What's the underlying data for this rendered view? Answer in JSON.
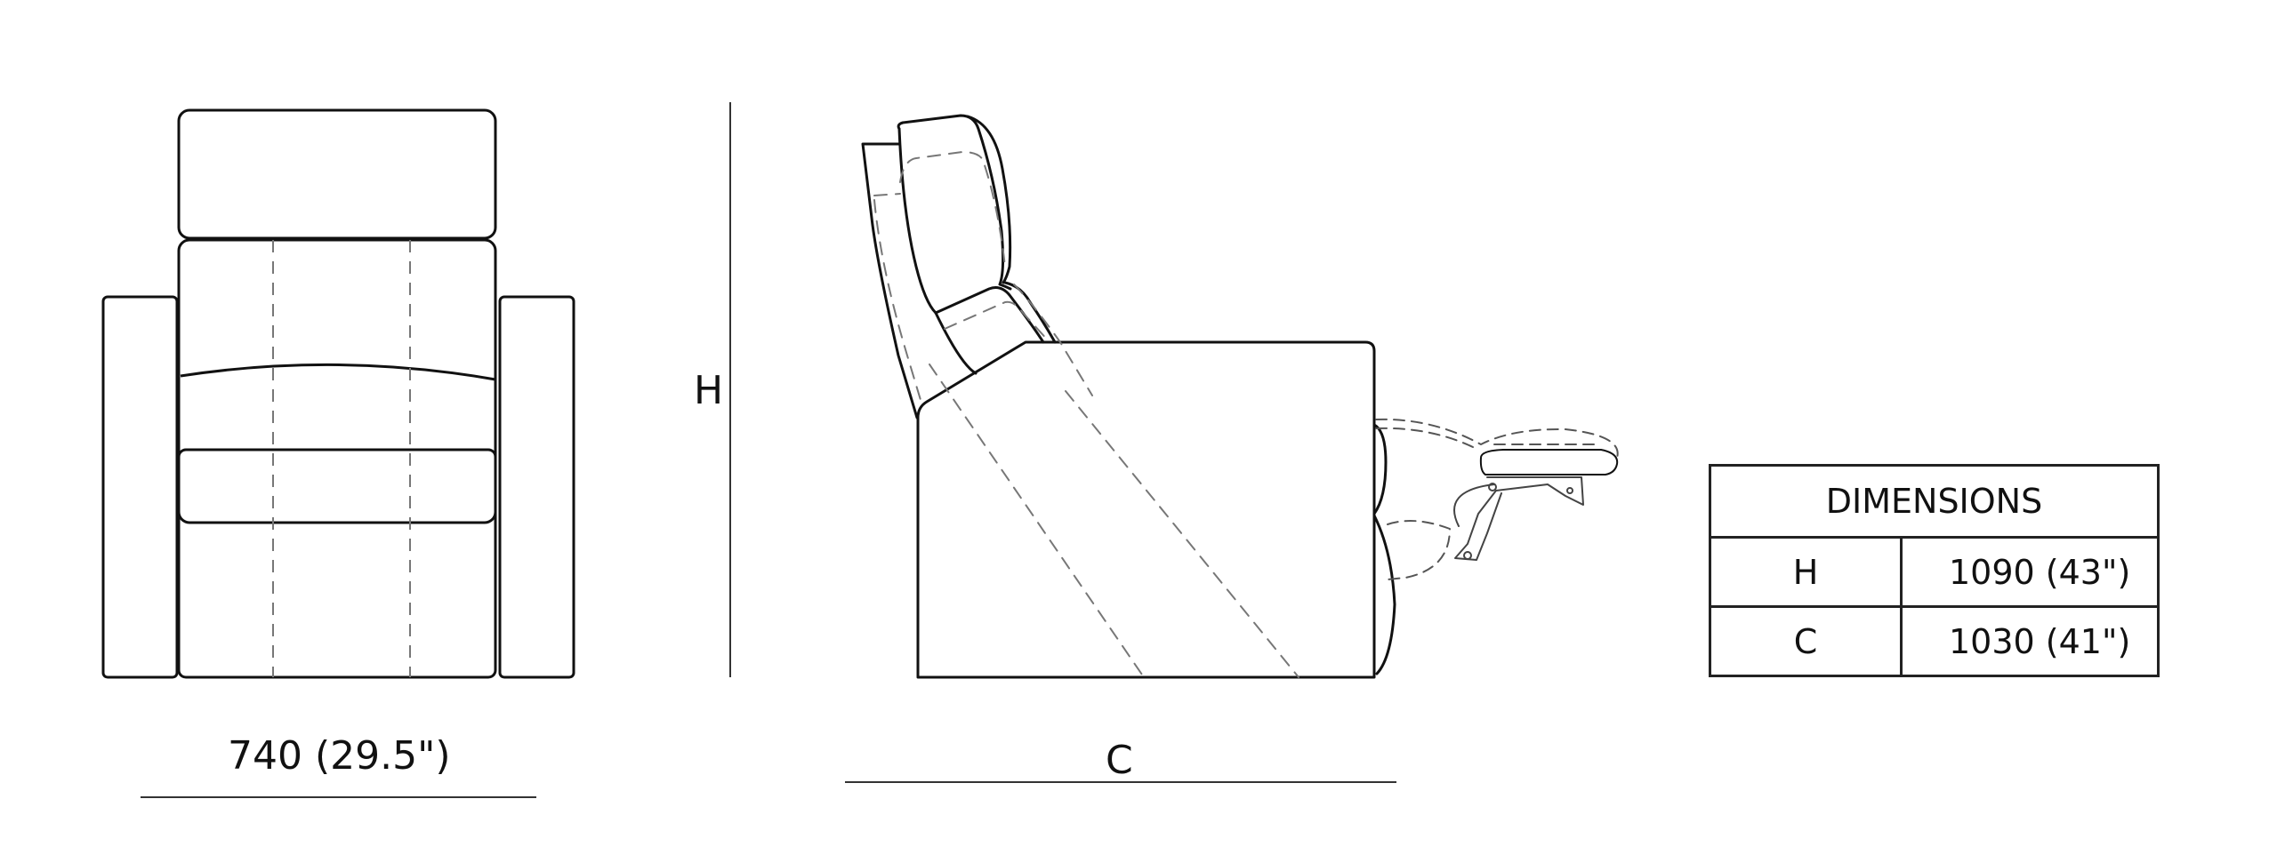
{
  "front_view": {
    "width_label": "740 (29.5\")"
  },
  "side_view": {
    "height_label": "H",
    "depth_label": "C"
  },
  "dimensions_table": {
    "title": "DIMENSIONS",
    "rows": [
      {
        "key": "H",
        "value": "1090 (43\")"
      },
      {
        "key": "C",
        "value": "1030 (41\")"
      }
    ]
  },
  "colors": {
    "line": "#111111",
    "dashed": "#666666",
    "background": "#ffffff"
  }
}
